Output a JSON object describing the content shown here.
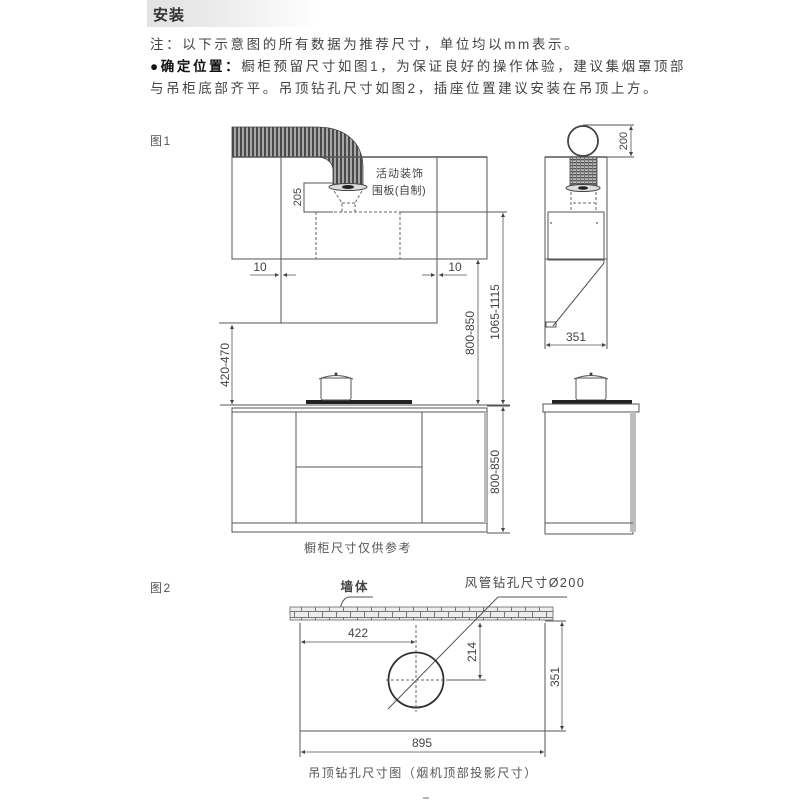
{
  "section": {
    "title": "安装"
  },
  "notes": {
    "line1": "注：以下示意图的所有数据为推荐尺寸，单位均以mm表示。",
    "bullet": "●确定位置：",
    "line2": "橱柜预留尺寸如图1，为保证良好的操作体验，建议集烟罩顶部",
    "line3": "与吊柜底部齐平。吊顶钻孔尺寸如图2，插座位置建议安装在吊顶上方。"
  },
  "figure1": {
    "label": "图1",
    "panel_label_line1": "活动装饰",
    "panel_label_line2": "围板(自制)",
    "dims": {
      "panel_height": "205",
      "gap_left": "10",
      "gap_right": "10",
      "hood_bottom_to_counter": "420-470",
      "cabinet_bottom_to_counter": "800-850",
      "hood_top_to_counter": "1065-1115",
      "counter_height": "800-850",
      "duct_diameter": "200",
      "hood_depth": "351"
    },
    "caption": "橱柜尺寸仅供参考"
  },
  "figure2": {
    "label": "图2",
    "wall_label": "墙体",
    "hole_label": "风管钻孔尺寸Ø200",
    "dims": {
      "hole_from_left": "422",
      "hole_from_wall": "214",
      "depth": "351",
      "width": "895"
    },
    "caption": "吊顶钻孔尺寸图（烟机顶部投影尺寸）"
  },
  "colors": {
    "line": "#555555",
    "header_band": "#e2e2e2",
    "text": "#444444",
    "cooktop": "#222222"
  }
}
